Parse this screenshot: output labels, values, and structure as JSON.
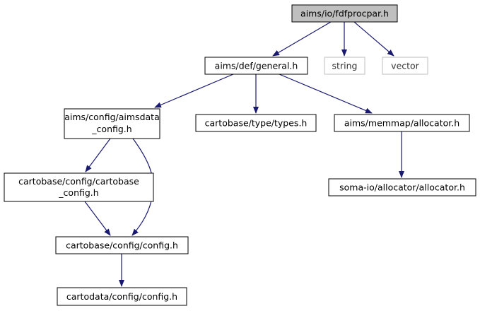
{
  "colors": {
    "edge": "#191970",
    "node_border": "#000000",
    "root_fill": "#bfbfbf",
    "external_border": "#bfbfbf",
    "background": "#ffffff"
  },
  "nodes": {
    "fdfprocpar": {
      "label": "aims/io/fdfprocpar.h",
      "kind": "root"
    },
    "general": {
      "label": "aims/def/general.h",
      "kind": "normal"
    },
    "string": {
      "label": "string",
      "kind": "external"
    },
    "vector": {
      "label": "vector",
      "kind": "external"
    },
    "aimsdata_config": {
      "lines": [
        "aims/config/aimsdata",
        "_config.h"
      ],
      "kind": "normal"
    },
    "types": {
      "label": "cartobase/type/types.h",
      "kind": "normal"
    },
    "allocator": {
      "label": "aims/memmap/allocator.h",
      "kind": "normal"
    },
    "cartobase_config": {
      "lines": [
        "cartobase/config/cartobase",
        "_config.h"
      ],
      "kind": "normal"
    },
    "soma_allocator": {
      "label": "soma-io/allocator/allocator.h",
      "kind": "normal"
    },
    "cartobase_config_h": {
      "label": "cartobase/config/config.h",
      "kind": "normal"
    },
    "cartodata_config_h": {
      "label": "cartodata/config/config.h",
      "kind": "normal"
    }
  },
  "edges": [
    {
      "from": "fdfprocpar",
      "to": "general"
    },
    {
      "from": "fdfprocpar",
      "to": "string"
    },
    {
      "from": "fdfprocpar",
      "to": "vector"
    },
    {
      "from": "general",
      "to": "aimsdata_config"
    },
    {
      "from": "general",
      "to": "types"
    },
    {
      "from": "general",
      "to": "allocator"
    },
    {
      "from": "aimsdata_config",
      "to": "cartobase_config"
    },
    {
      "from": "aimsdata_config",
      "to": "cartobase_config_h"
    },
    {
      "from": "cartobase_config",
      "to": "cartobase_config_h"
    },
    {
      "from": "allocator",
      "to": "soma_allocator"
    },
    {
      "from": "cartobase_config_h",
      "to": "cartodata_config_h"
    }
  ]
}
